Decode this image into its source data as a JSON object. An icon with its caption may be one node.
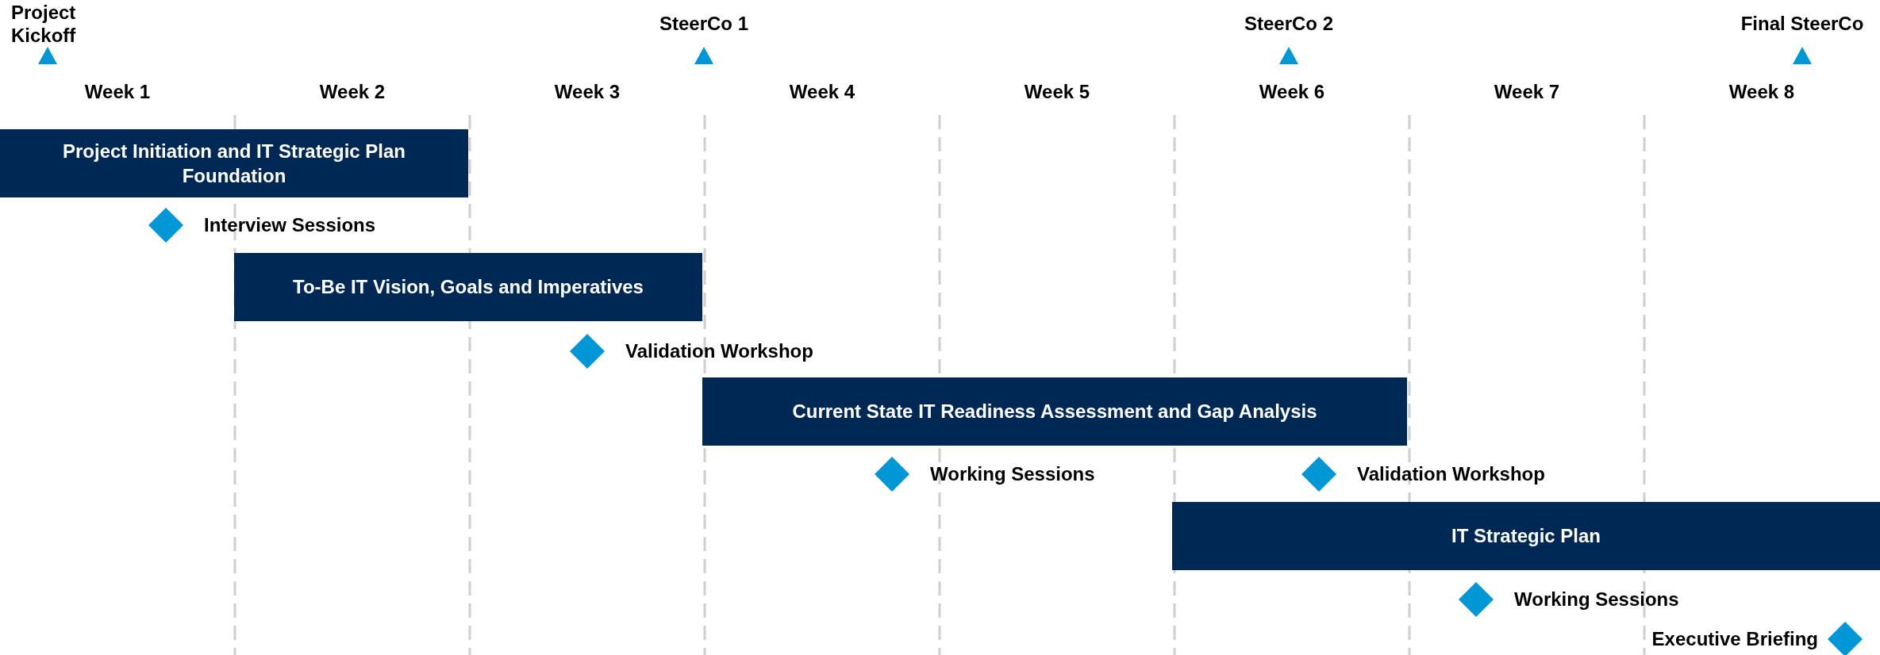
{
  "diagram": {
    "nodes": [
      {
        "text": [],
        "shape": "triangle",
        "beside": [
          "Project Kickoff"
        ]
      },
      {
        "text": [],
        "shape": "triangle",
        "beside": [
          "SteerCo 1"
        ]
      },
      {
        "text": [],
        "shape": "triangle",
        "beside": [
          "SteerCo 2"
        ]
      },
      {
        "text": [],
        "shape": "triangle",
        "beside": [
          "Final SteerCo"
        ]
      },
      {
        "text": [
          "Project Initiation and IT Strategic Plan Foundation"
        ]
      },
      {
        "text": [],
        "shape": "diamond",
        "beside": [
          "Interview Sessions"
        ]
      },
      {
        "text": [
          "To-Be IT Vision, Goals and Imperatives"
        ]
      },
      {
        "text": [],
        "shape": "diamond",
        "beside": [
          "Validation Workshop"
        ]
      },
      {
        "text": [
          "Current State IT Readiness Assessment and Gap Analysis"
        ]
      },
      {
        "text": [],
        "shape": "diamond",
        "beside": [
          "Working Sessions"
        ]
      },
      {
        "text": [],
        "shape": "diamond",
        "beside": [
          "Validation Workshop"
        ]
      },
      {
        "text": [
          "IT Strategic Plan"
        ]
      },
      {
        "text": [],
        "shape": "diamond",
        "beside": [
          "Working Sessions"
        ]
      },
      {
        "text": [],
        "shape": "diamond",
        "beside": [
          "Executive Briefing"
        ]
      }
    ],
    "labels": [
      "Week 1",
      "Week 2",
      "Week 3",
      "Week 4",
      "Week 5",
      "Week 6",
      "Week 7",
      "Week 8"
    ]
  }
}
